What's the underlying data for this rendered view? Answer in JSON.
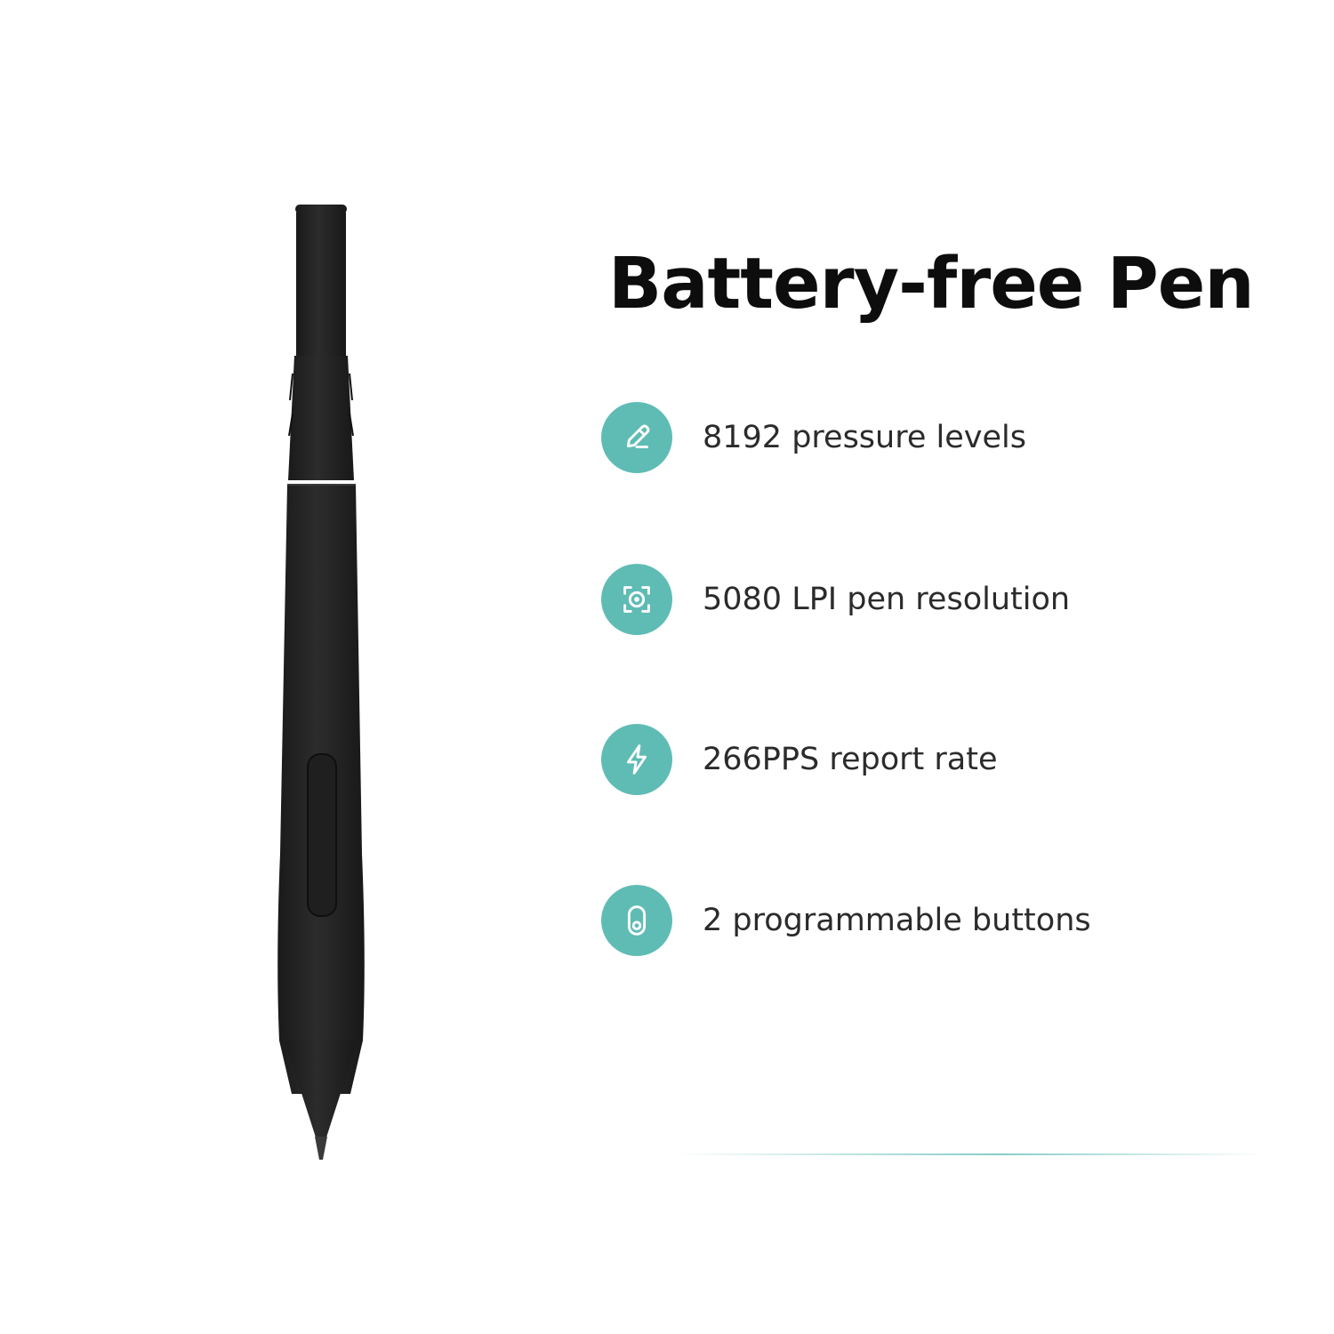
{
  "headline": "Battery-free Pen",
  "features": [
    {
      "icon": "pen-icon",
      "text": "8192 pressure levels"
    },
    {
      "icon": "target-focus-icon",
      "text": "5080 LPI pen resolution"
    },
    {
      "icon": "lightning-icon",
      "text": "266PPS report rate"
    },
    {
      "icon": "toggle-button-icon",
      "text": "2 programmable buttons"
    }
  ],
  "colors": {
    "accent": "#5fbcb5",
    "pen_body": "#262626",
    "heading": "#0d0d0d",
    "text": "#2b2b2b"
  }
}
